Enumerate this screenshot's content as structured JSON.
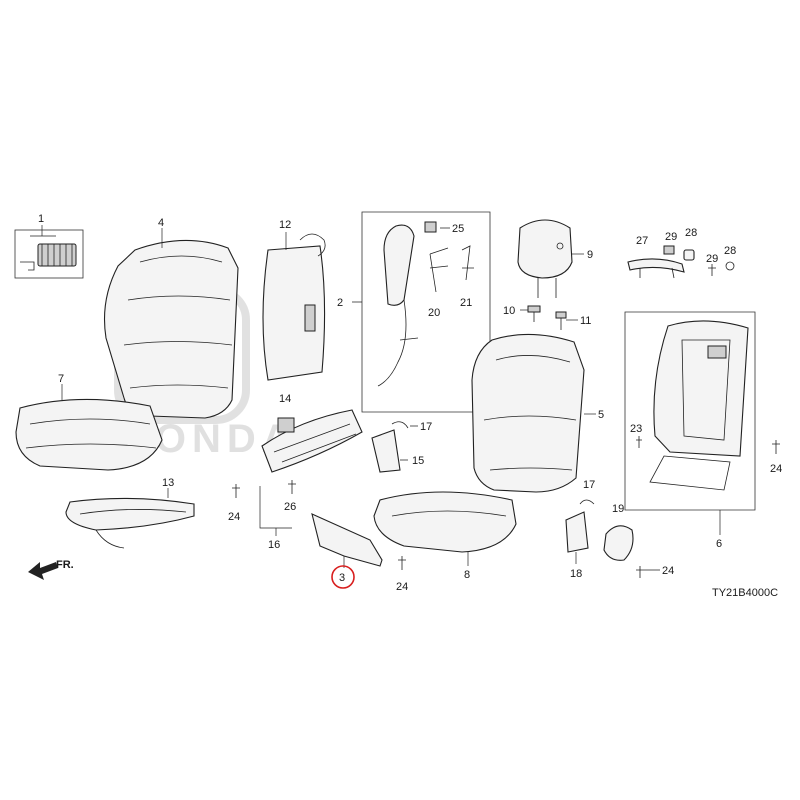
{
  "diagram": {
    "code": "TY21B4000C",
    "direction_label": "FR.",
    "watermark_text": "HONDA",
    "highlight_color": "#d81e1e",
    "callouts": {
      "p1": "1",
      "p2": "2",
      "p3": "3",
      "p4": "4",
      "p5": "5",
      "p6": "6",
      "p7": "7",
      "p8": "8",
      "p9": "9",
      "p10": "10",
      "p11": "11",
      "p12": "12",
      "p13": "13",
      "p14": "14",
      "p15": "15",
      "p16": "16",
      "p17a": "17",
      "p17b": "17",
      "p18": "18",
      "p19": "19",
      "p20": "20",
      "p21": "21",
      "p23": "23",
      "p24a": "24",
      "p24b": "24",
      "p24c": "24",
      "p24d": "24",
      "p25": "25",
      "p26": "26",
      "p27": "27",
      "p28a": "28",
      "p28b": "28",
      "p29a": "29",
      "p29b": "29"
    }
  }
}
